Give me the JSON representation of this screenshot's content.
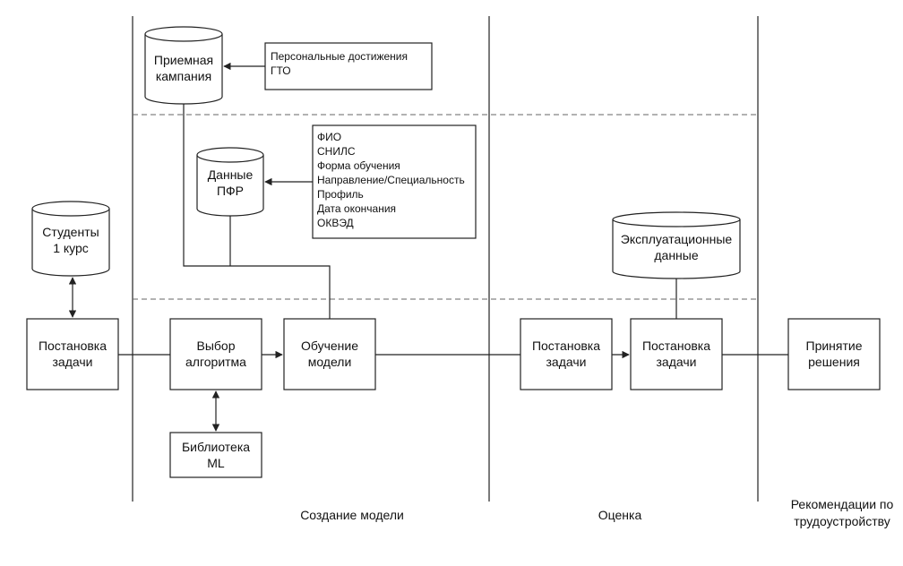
{
  "databases": {
    "admission": {
      "lines": [
        "Приемная",
        "кампания"
      ]
    },
    "pfr": {
      "lines": [
        "Данные",
        "ПФР"
      ]
    },
    "students": {
      "lines": [
        "Студенты",
        "1 курс"
      ]
    },
    "operational": {
      "lines": [
        "Эксплуатационные",
        "данные"
      ]
    }
  },
  "notes": {
    "achievements": {
      "lines": [
        "Персональные достижения",
        "ГТО"
      ]
    },
    "fields": {
      "lines": [
        "ФИО",
        "СНИЛС",
        "Форма обучения",
        "Направление/Специальность",
        "Профиль",
        "Дата окончания",
        "ОКВЭД"
      ]
    }
  },
  "processes": {
    "task1": {
      "lines": [
        "Постановка",
        "задачи"
      ]
    },
    "algorithm": {
      "lines": [
        "Выбор",
        "алгоритма"
      ]
    },
    "training": {
      "lines": [
        "Обучение",
        "модели"
      ]
    },
    "library": {
      "lines": [
        "Библиотека",
        "ML"
      ]
    },
    "task2": {
      "lines": [
        "Постановка",
        "задачи"
      ]
    },
    "task3": {
      "lines": [
        "Постановка",
        "задачи"
      ]
    },
    "decision": {
      "lines": [
        "Принятие",
        "решения"
      ]
    }
  },
  "phases": {
    "creation": "Создание модели",
    "evaluation": "Оценка",
    "recommendations": {
      "lines": [
        "Рекомендации по",
        "трудоустройству"
      ]
    }
  }
}
